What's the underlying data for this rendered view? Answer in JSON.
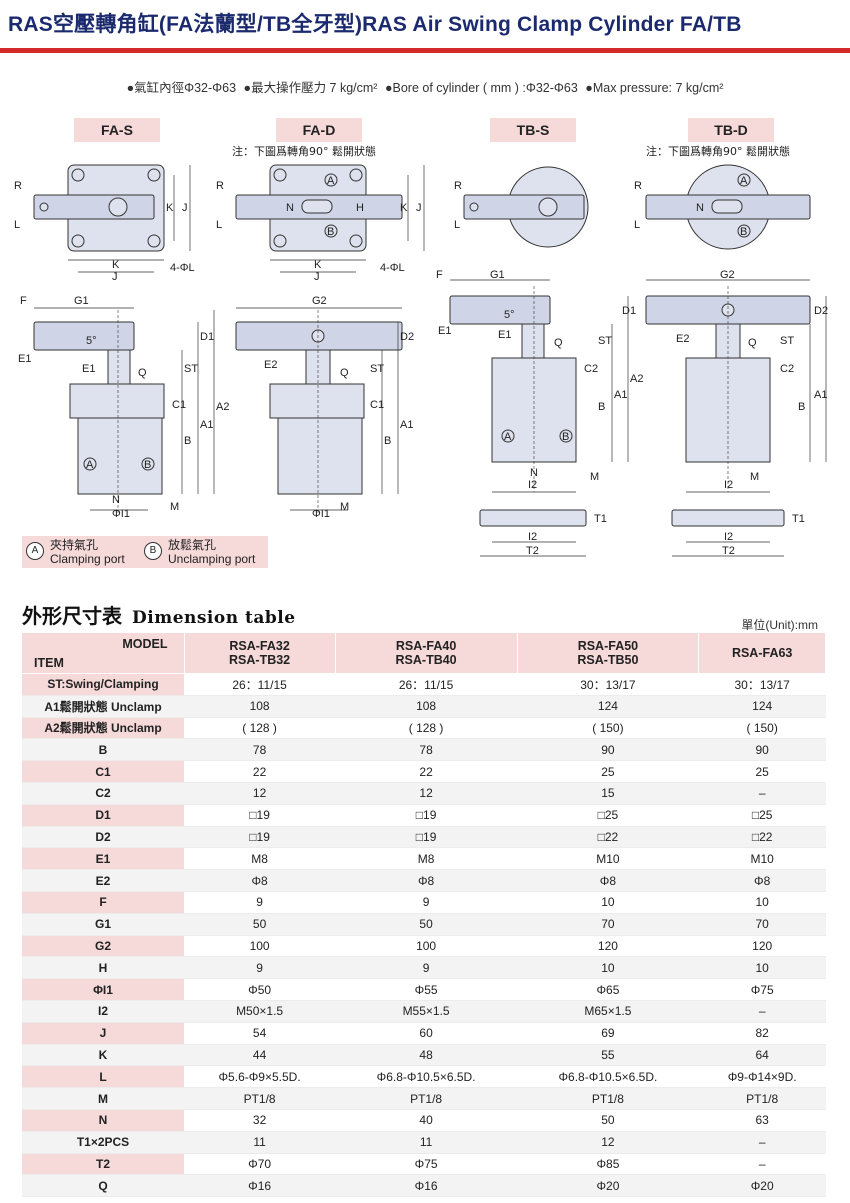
{
  "title": "RAS空壓轉角缸(FA法蘭型/TB全牙型)RAS Air Swing Clamp Cylinder FA/TB",
  "specs": {
    "bore_cn": "●氣缸內徑Φ32-Φ63",
    "pressure_cn": "●最大操作壓力 7 kg/cm²",
    "bore_en": "●Bore of cylinder ( mm ) :Φ32-Φ63",
    "pressure_en": "●Max pressure: 7 kg/cm²"
  },
  "drawings": {
    "labels": [
      "FA-S",
      "FA-D",
      "TB-S",
      "TB-D"
    ],
    "note_fad": "注：下圖爲轉角90°  鬆開狀態",
    "note_tbd": "注：下圖爲轉角90°  鬆開狀態",
    "dim_letters": [
      "R",
      "L",
      "K",
      "J",
      "4-ΦL",
      "N",
      "H",
      "A",
      "B",
      "F",
      "G1",
      "G2",
      "D1",
      "D2",
      "E1",
      "E2",
      "5°",
      "Q",
      "ST",
      "C1",
      "C2",
      "A1",
      "A2",
      "ΦI1",
      "M",
      "I2",
      "T1",
      "T2"
    ]
  },
  "legend": {
    "a_symbol": "A",
    "a_cn": "夾持氣孔",
    "a_en": "Clamping port",
    "b_symbol": "B",
    "b_cn": "放鬆氣孔",
    "b_en": "Unclamping port"
  },
  "section": {
    "title_cn": "外形尺寸表",
    "title_en": "Dimension table",
    "unit": "單位(Unit):mm"
  },
  "table": {
    "header_model": "MODEL",
    "header_item": "ITEM",
    "models": [
      {
        "line1": "RSA-FA32",
        "line2": "RSA-TB32"
      },
      {
        "line1": "RSA-FA40",
        "line2": "RSA-TB40"
      },
      {
        "line1": "RSA-FA50",
        "line2": "RSA-TB50"
      },
      {
        "line1": "RSA-FA63",
        "line2": ""
      }
    ],
    "rows": [
      {
        "item": "ST:Swing/Clamping",
        "v": [
          "26：11/15",
          "26：11/15",
          "30：13/17",
          "30：13/17"
        ]
      },
      {
        "item": "A1鬆開狀態 Unclamp",
        "v": [
          "108",
          "108",
          "124",
          "124"
        ]
      },
      {
        "item": "A2鬆開狀態 Unclamp",
        "v": [
          "( 128 )",
          "( 128 )",
          "( 150)",
          "( 150)"
        ]
      },
      {
        "item": "B",
        "v": [
          "78",
          "78",
          "90",
          "90"
        ]
      },
      {
        "item": "C1",
        "v": [
          "22",
          "22",
          "25",
          "25"
        ]
      },
      {
        "item": "C2",
        "v": [
          "12",
          "12",
          "15",
          "–"
        ]
      },
      {
        "item": "D1",
        "v": [
          "□19",
          "□19",
          "□25",
          "□25"
        ]
      },
      {
        "item": "D2",
        "v": [
          "□19",
          "□19",
          "□22",
          "□22"
        ]
      },
      {
        "item": "E1",
        "v": [
          "M8",
          "M8",
          "M10",
          "M10"
        ]
      },
      {
        "item": "E2",
        "v": [
          "Φ8",
          "Φ8",
          "Φ8",
          "Φ8"
        ]
      },
      {
        "item": "F",
        "v": [
          "9",
          "9",
          "10",
          "10"
        ]
      },
      {
        "item": "G1",
        "v": [
          "50",
          "50",
          "70",
          "70"
        ]
      },
      {
        "item": "G2",
        "v": [
          "100",
          "100",
          "120",
          "120"
        ]
      },
      {
        "item": "H",
        "v": [
          "9",
          "9",
          "10",
          "10"
        ]
      },
      {
        "item": "ΦI1",
        "v": [
          "Φ50",
          "Φ55",
          "Φ65",
          "Φ75"
        ]
      },
      {
        "item": "I2",
        "v": [
          "M50×1.5",
          "M55×1.5",
          "M65×1.5",
          "–"
        ]
      },
      {
        "item": "J",
        "v": [
          "54",
          "60",
          "69",
          "82"
        ]
      },
      {
        "item": "K",
        "v": [
          "44",
          "48",
          "55",
          "64"
        ]
      },
      {
        "item": "L",
        "v": [
          "Φ5.6-Φ9×5.5D.",
          "Φ6.8-Φ10.5×6.5D.",
          "Φ6.8-Φ10.5×6.5D.",
          "Φ9-Φ14×9D."
        ]
      },
      {
        "item": "M",
        "v": [
          "PT1/8",
          "PT1/8",
          "PT1/8",
          "PT1/8"
        ]
      },
      {
        "item": "N",
        "v": [
          "32",
          "40",
          "50",
          "63"
        ]
      },
      {
        "item": "T1×2PCS",
        "v": [
          "11",
          "11",
          "12",
          "–"
        ]
      },
      {
        "item": "T2",
        "v": [
          "Φ70",
          "Φ75",
          "Φ85",
          "–"
        ]
      },
      {
        "item": "Q",
        "v": [
          "Φ16",
          "Φ16",
          "Φ20",
          "Φ20"
        ]
      }
    ]
  }
}
